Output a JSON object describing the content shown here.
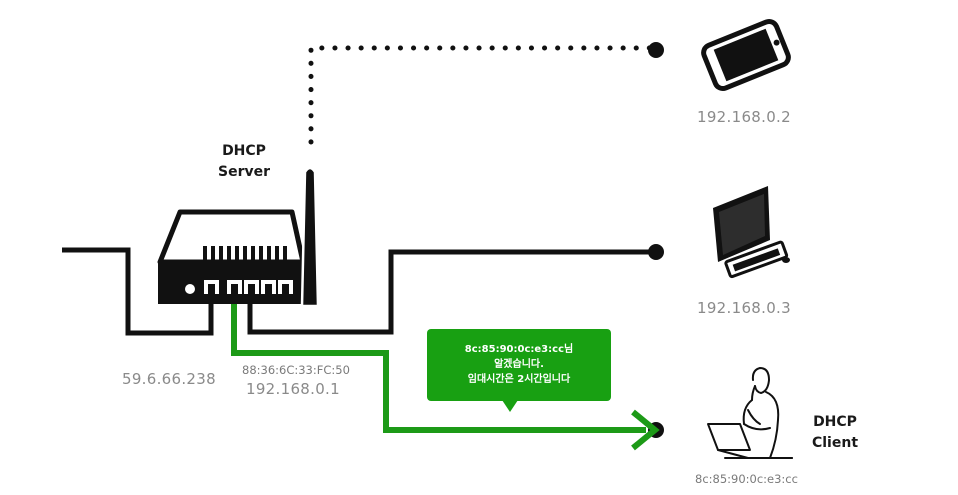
{
  "server": {
    "title_line1": "DHCP",
    "title_line2": "Server",
    "wan_ip": "59.6.66.238",
    "mac": "88:36:6C:33:FC:50",
    "lan_ip": "192.168.0.1"
  },
  "devices": {
    "phone_ip": "192.168.0.2",
    "desktop_ip": "192.168.0.3"
  },
  "client": {
    "title_line1": "DHCP",
    "title_line2": "Client",
    "mac": "8c:85:90:0c:e3:cc"
  },
  "bubble": {
    "line1": "8c:85:90:0c:e3:cc님",
    "line2": "알겠습니다.",
    "line3": "임대시간은 2시간입니다"
  },
  "colors": {
    "accent_green": "#1d9a17",
    "bubble_green": "#18a012",
    "line_black": "#111111",
    "label_gray": "#8a8a8a"
  }
}
